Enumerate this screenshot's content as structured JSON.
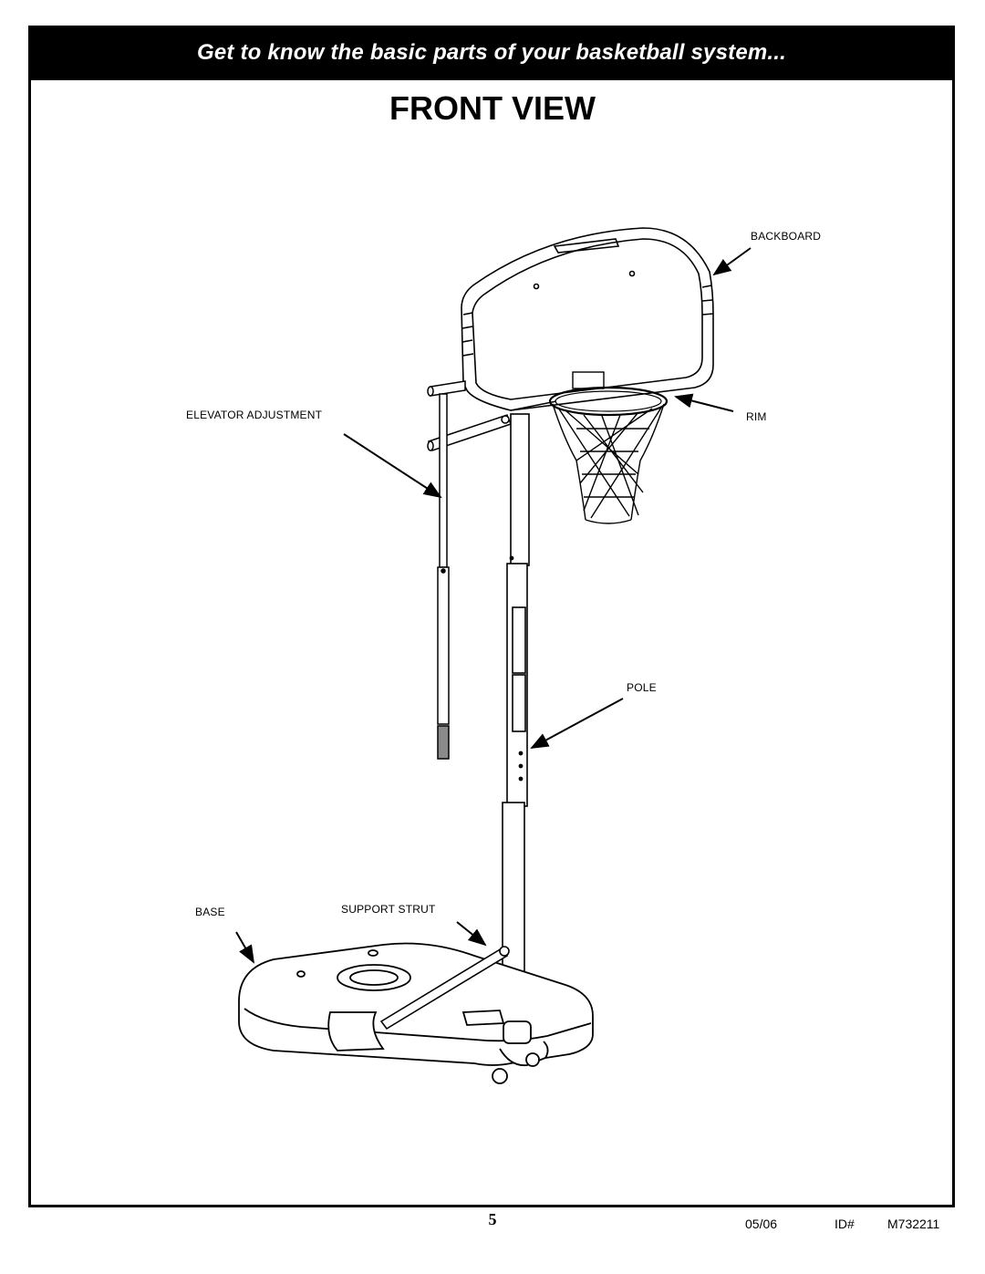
{
  "header": {
    "banner": "Get to know the basic parts of your basketball system...",
    "title": "FRONT VIEW"
  },
  "labels": {
    "backboard": "BACKBOARD",
    "rim": "RIM",
    "elevator": "ELEVATOR ADJUSTMENT",
    "pole": "POLE",
    "base": "BASE",
    "strut": "SUPPORT STRUT"
  },
  "footer": {
    "page": "5",
    "date": "05/06",
    "id_label": "ID#",
    "id_value": "M732211"
  },
  "colors": {
    "ink": "#000000",
    "paper": "#ffffff",
    "grip": "#8a8a8a"
  }
}
